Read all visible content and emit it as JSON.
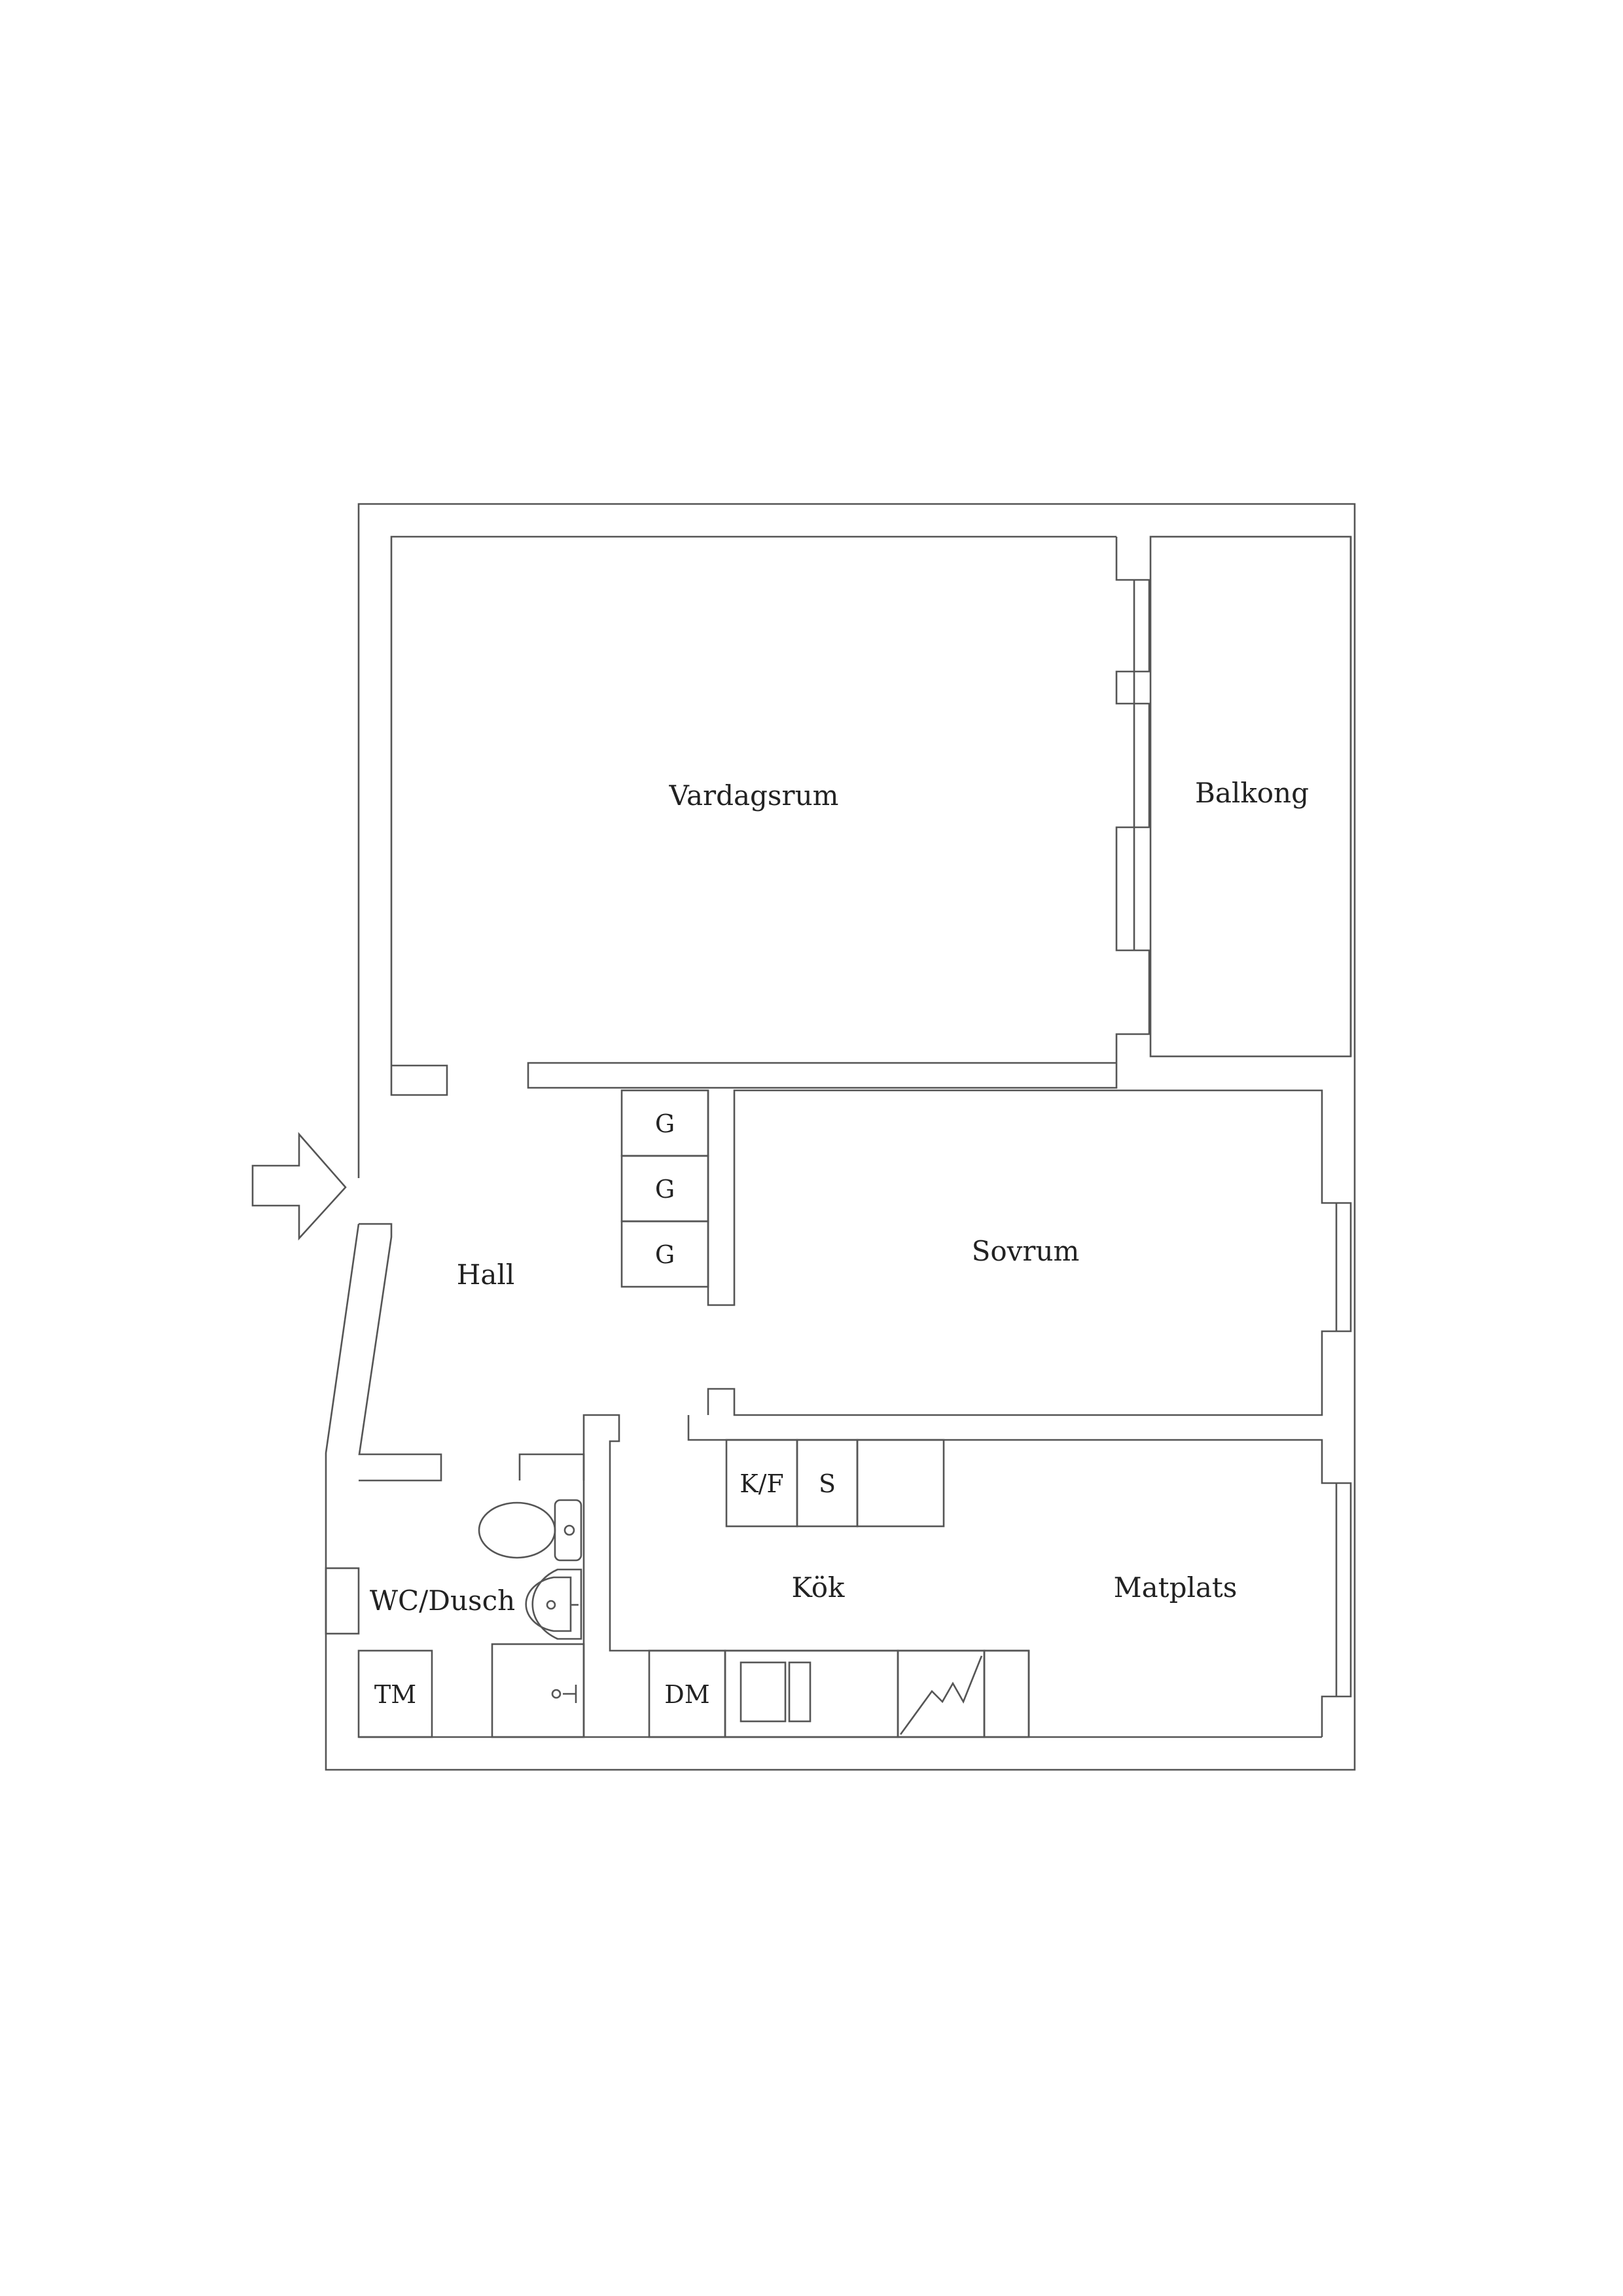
{
  "rooms": {
    "vardagsrum": "Vardagsrum",
    "balkong": "Balkong",
    "hall": "Hall",
    "sovrum": "Sovrum",
    "wc_dusch": "WC/Dusch",
    "kok": "Kök",
    "matplats": "Matplats"
  },
  "fixtures": {
    "wardrobe_1": "G",
    "wardrobe_2": "G",
    "wardrobe_3": "G",
    "fridge_freezer": "K/F",
    "cabinet_s": "S",
    "dishwasher": "DM",
    "washing_machine": "TM"
  },
  "icons": {
    "entrance": "entrance-arrow-icon",
    "toilet": "toilet-icon",
    "sink": "sink-icon",
    "shower": "shower-icon",
    "kitchen_sink": "kitchen-sink-icon",
    "stove": "stove-icon"
  },
  "colors": {
    "line": "#555555",
    "text": "#222222",
    "background": "#ffffff"
  }
}
